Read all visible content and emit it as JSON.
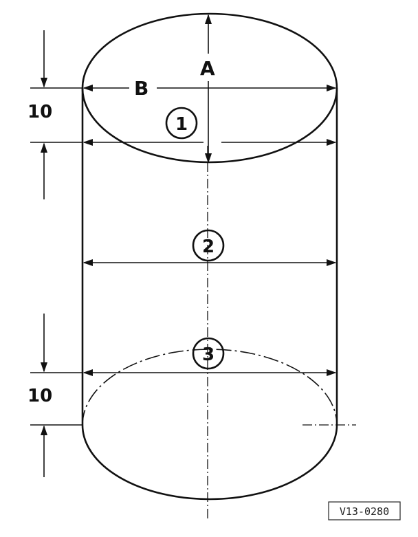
{
  "labels": {
    "dimension_a": "A",
    "dimension_b": "B",
    "top_offset": "10",
    "bottom_offset": "10",
    "measure_point_1": "1",
    "measure_point_2": "2",
    "measure_point_3": "3"
  },
  "reference": {
    "code": "V13-0280"
  },
  "colors": {
    "ink": "#111111",
    "background": "#ffffff"
  }
}
